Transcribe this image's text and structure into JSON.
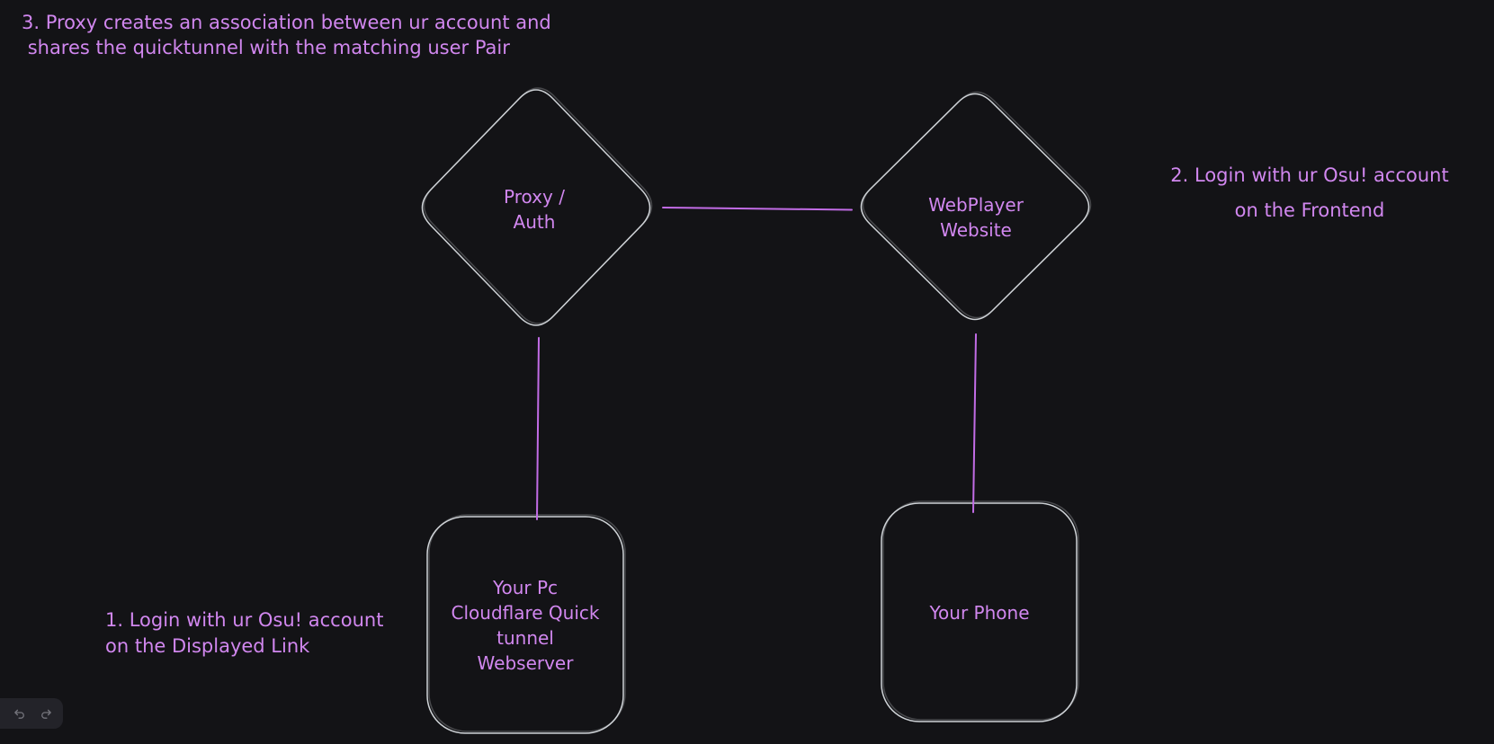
{
  "app": {
    "kind": "whiteboard-canvas",
    "theme": {
      "canvas_bg": "#131316",
      "shape_stroke": "#cfd3d7",
      "text_purple": "#d187ef",
      "connector_purple": "#c26ce6",
      "toolbar_bg": "#232329",
      "toolbar_icon": "#74747c"
    }
  },
  "annotations": [
    {
      "step": "3",
      "text": "3. Proxy creates an association between ur account and\n shares the quicktunnel with the matching user Pair"
    },
    {
      "step": "2",
      "text": "2. Login with ur Osu! account\non the Frontend"
    },
    {
      "step": "1",
      "text": "1. Login with ur Osu! account\non the Displayed Link"
    }
  ],
  "diagram": {
    "nodes": [
      {
        "id": "proxy-auth",
        "shape": "diamond",
        "label": "Proxy /\nAuth"
      },
      {
        "id": "webplayer-website",
        "shape": "diamond",
        "label": "WebPlayer\nWebsite"
      },
      {
        "id": "your-pc",
        "shape": "rounded-rect",
        "label": "Your Pc\nCloudflare Quick\ntunnel\nWebserver"
      },
      {
        "id": "your-phone",
        "shape": "rounded-rect",
        "label": "Your Phone"
      }
    ],
    "edges": [
      {
        "from": "proxy-auth",
        "to": "webplayer-website"
      },
      {
        "from": "proxy-auth",
        "to": "your-pc"
      },
      {
        "from": "webplayer-website",
        "to": "your-phone"
      }
    ]
  },
  "toolbar": {
    "undo": "undo",
    "redo": "redo"
  }
}
